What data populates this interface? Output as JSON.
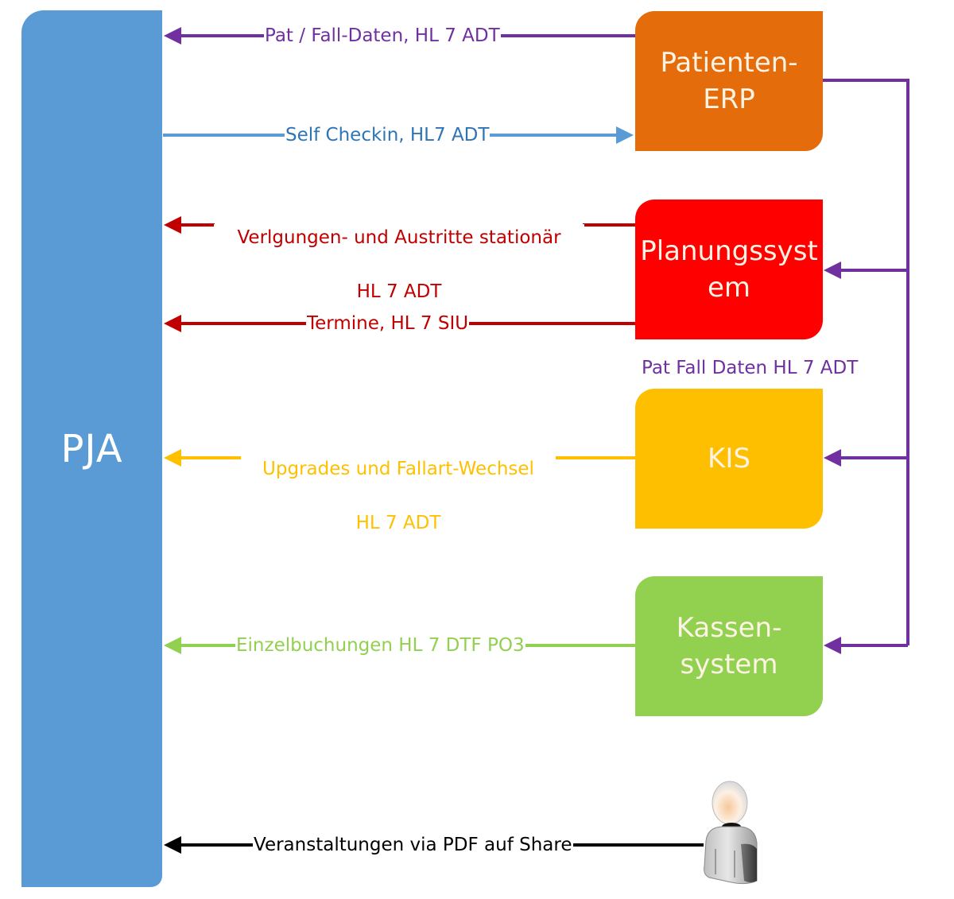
{
  "diagram": {
    "central_system": {
      "label": "PJA",
      "color": "#5b9bd5"
    },
    "systems": [
      {
        "id": "erp",
        "label": "Patienten-\nERP",
        "color": "#e46c0a"
      },
      {
        "id": "plan",
        "label": "Planungssyst\nem",
        "color": "#ff0000"
      },
      {
        "id": "kis",
        "label": "KIS",
        "color": "#fdbf00"
      },
      {
        "id": "kasse",
        "label": "Kassen-\nsystem",
        "color": "#92d050"
      }
    ],
    "flows": [
      {
        "id": "pat-fall",
        "from": "Patienten-ERP",
        "to": "PJA",
        "label": "Pat / Fall-Daten, HL 7 ADT",
        "color": "#7030a0"
      },
      {
        "id": "self-checkin",
        "from": "PJA",
        "to": "Patienten-ERP",
        "label": "Self Checkin, HL7 ADT",
        "color": "#5b9bd5",
        "text_color": "#2e75b6"
      },
      {
        "id": "verlegungen",
        "from": "Planungssystem",
        "to": "PJA",
        "label_line1": "Verlgungen- und Austritte stationär",
        "label_line2": "HL 7 ADT",
        "color": "#c00000"
      },
      {
        "id": "termine",
        "from": "Planungssystem",
        "to": "PJA",
        "label": "Termine, HL 7 SIU",
        "color": "#c00000"
      },
      {
        "id": "upgrades",
        "from": "KIS",
        "to": "PJA",
        "label_line1": "Upgrades und Fallart-Wechsel",
        "label_line2": "HL 7 ADT",
        "color": "#ffc000"
      },
      {
        "id": "einzelbuchungen",
        "from": "Kassensystem",
        "to": "PJA",
        "label": "Einzelbuchungen HL 7 DTF PO3",
        "color": "#92d050"
      },
      {
        "id": "veranstaltungen",
        "from": "User",
        "to": "PJA",
        "label": "Veranstaltungen via PDF auf Share",
        "color": "#000000"
      }
    ],
    "distribution": {
      "from": "Patienten-ERP",
      "to": [
        "Planungssystem",
        "KIS",
        "Kassensystem"
      ],
      "label": "Pat Fall Daten HL 7 ADT",
      "color": "#7030a0"
    },
    "actor": {
      "icon": "user-icon"
    }
  }
}
